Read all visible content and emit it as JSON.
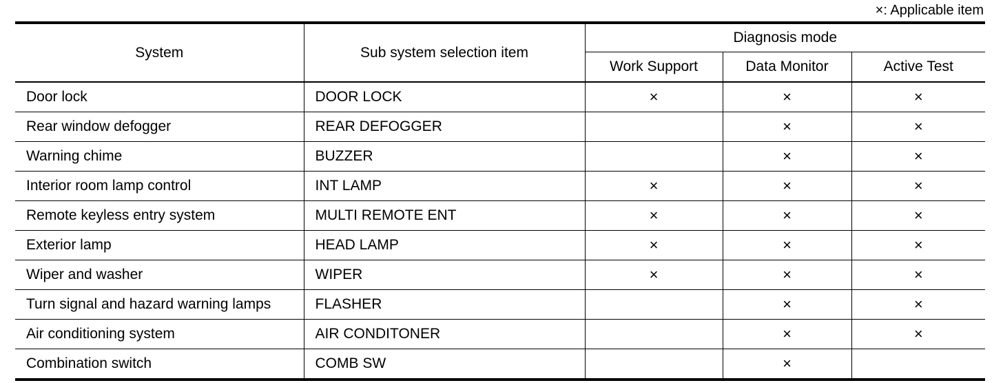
{
  "legend": "×: Applicable item",
  "headers": {
    "system": "System",
    "sub_system": "Sub system selection item",
    "diagnosis_mode": "Diagnosis mode",
    "modes": [
      "Work Support",
      "Data Monitor",
      "Active Test"
    ]
  },
  "rows": [
    {
      "system": "Door lock",
      "sub": "DOOR LOCK",
      "work_support": "×",
      "data_monitor": "×",
      "active_test": "×"
    },
    {
      "system": "Rear window defogger",
      "sub": "REAR DEFOGGER",
      "work_support": "",
      "data_monitor": "×",
      "active_test": "×"
    },
    {
      "system": "Warning chime",
      "sub": "BUZZER",
      "work_support": "",
      "data_monitor": "×",
      "active_test": "×"
    },
    {
      "system": "Interior room lamp control",
      "sub": "INT LAMP",
      "work_support": "×",
      "data_monitor": "×",
      "active_test": "×"
    },
    {
      "system": "Remote keyless entry system",
      "sub": "MULTI REMOTE ENT",
      "work_support": "×",
      "data_monitor": "×",
      "active_test": "×"
    },
    {
      "system": "Exterior lamp",
      "sub": "HEAD LAMP",
      "work_support": "×",
      "data_monitor": "×",
      "active_test": "×"
    },
    {
      "system": "Wiper and washer",
      "sub": "WIPER",
      "work_support": "×",
      "data_monitor": "×",
      "active_test": "×"
    },
    {
      "system": "Turn signal and hazard warning lamps",
      "sub": "FLASHER",
      "work_support": "",
      "data_monitor": "×",
      "active_test": "×"
    },
    {
      "system": "Air conditioning system",
      "sub": "AIR CONDITONER",
      "work_support": "",
      "data_monitor": "×",
      "active_test": "×"
    },
    {
      "system": "Combination switch",
      "sub": "COMB SW",
      "work_support": "",
      "data_monitor": "×",
      "active_test": ""
    }
  ]
}
